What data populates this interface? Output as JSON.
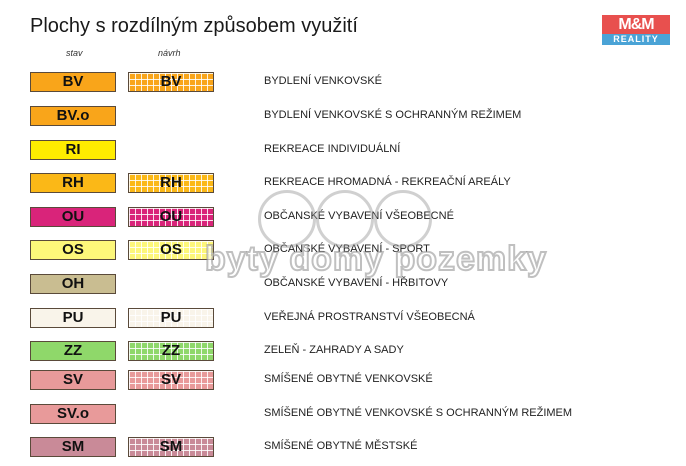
{
  "title": "Plochy s rozdílným způsobem využití",
  "columns": {
    "stav": "stav",
    "navrh": "návrh"
  },
  "logo": {
    "top": "M&M",
    "bottom": "REALITY"
  },
  "watermark": {
    "text": "byty domy pozemky"
  },
  "rows": [
    {
      "code": "BV",
      "color": "#f9a51a",
      "has_navrh": true,
      "description": "BYDLENÍ VENKOVSKÉ"
    },
    {
      "code": "BV.o",
      "color": "#f9a51a",
      "has_navrh": false,
      "description": "BYDLENÍ VENKOVSKÉ S OCHRANNÝM REŽIMEM"
    },
    {
      "code": "RI",
      "color": "#ffec00",
      "has_navrh": false,
      "description": "REKREACE INDIVIDUÁLNÍ"
    },
    {
      "code": "RH",
      "color": "#fbb817",
      "has_navrh": true,
      "description": "REKREACE HROMADNÁ - REKREAČNÍ AREÁLY"
    },
    {
      "code": "OU",
      "color": "#d9247a",
      "has_navrh": true,
      "description": "OBČANSKÉ VYBAVENÍ VŠEOBECNÉ"
    },
    {
      "code": "OS",
      "color": "#fdf77a",
      "has_navrh": true,
      "description": "OBČANSKÉ VYBAVENÍ - SPORT"
    },
    {
      "code": "OH",
      "color": "#c9bd91",
      "has_navrh": false,
      "description": "OBČANSKÉ VYBAVENÍ - HŘBITOVY"
    },
    {
      "code": "PU",
      "color": "#f9f4ea",
      "has_navrh": true,
      "description": "VEŘEJNÁ PROSTRANSTVÍ VŠEOBECNÁ"
    },
    {
      "code": "ZZ",
      "color": "#8fd86a",
      "has_navrh": true,
      "description": "ZELEŇ - ZAHRADY A SADY"
    },
    {
      "code": "SV",
      "color": "#e89a9a",
      "has_navrh": true,
      "description": "SMÍŠENÉ OBYTNÉ VENKOVSKÉ"
    },
    {
      "code": "SV.o",
      "color": "#e89a9a",
      "has_navrh": false,
      "description": "SMÍŠENÉ OBYTNÉ VENKOVSKÉ S OCHRANNÝM REŽIMEM"
    },
    {
      "code": "SM",
      "color": "#c98a98",
      "has_navrh": true,
      "description": "SMÍŠENÉ OBYTNÉ MĚSTSKÉ"
    }
  ]
}
